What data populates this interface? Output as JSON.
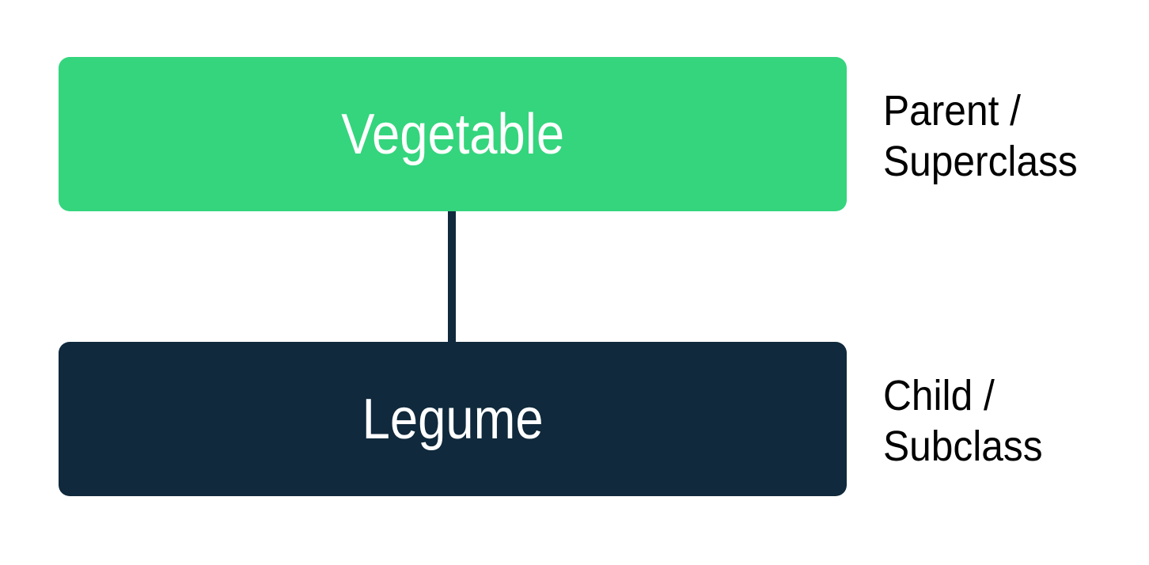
{
  "diagram": {
    "type": "uml-inheritance",
    "background_color": "#ffffff",
    "nodes": [
      {
        "id": "parent",
        "label": "Vegetable",
        "role_line_1": "Parent /",
        "role_line_2": "Superclass",
        "fill_color": "#34d57d",
        "text_color": "#ffffff"
      },
      {
        "id": "child",
        "label": "Legume",
        "role_line_1": "Child /",
        "role_line_2": "Subclass",
        "fill_color": "#10293c",
        "text_color": "#ffffff"
      }
    ],
    "edge": {
      "from": "parent",
      "to": "child",
      "color": "#10293c",
      "style": "solid"
    },
    "annotation_text_color": "#000000"
  }
}
